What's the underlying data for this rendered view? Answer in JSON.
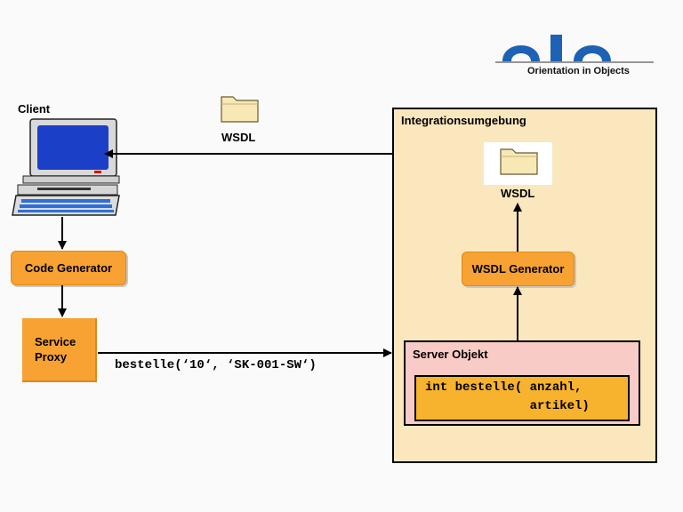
{
  "logo": {
    "letters": "OIO",
    "tagline": "Orientation in Objects",
    "color": "#1d62b4"
  },
  "client": {
    "label": "Client"
  },
  "wsdl_top": {
    "label": "WSDL",
    "icon": "folder-icon"
  },
  "code_generator": {
    "label": "Code Generator"
  },
  "service_proxy": {
    "line1": "Service",
    "line2": "Proxy"
  },
  "call": {
    "text": "bestelle(‘10‘, ‘SK-001-SW‘)"
  },
  "integration": {
    "title": "Integrationsumgebung",
    "wsdl": {
      "label": "WSDL",
      "icon": "folder-icon"
    },
    "wsdl_generator": {
      "label": "WSDL Generator"
    },
    "server": {
      "title": "Server Objekt",
      "code_line1": "int bestelle( anzahl,",
      "code_line2": "              artikel)"
    }
  },
  "colors": {
    "orange": "#f7a233",
    "integration_bg": "#fae7be",
    "server_bg": "#f9cbc7",
    "monitor_blue": "#1c3fc8"
  }
}
